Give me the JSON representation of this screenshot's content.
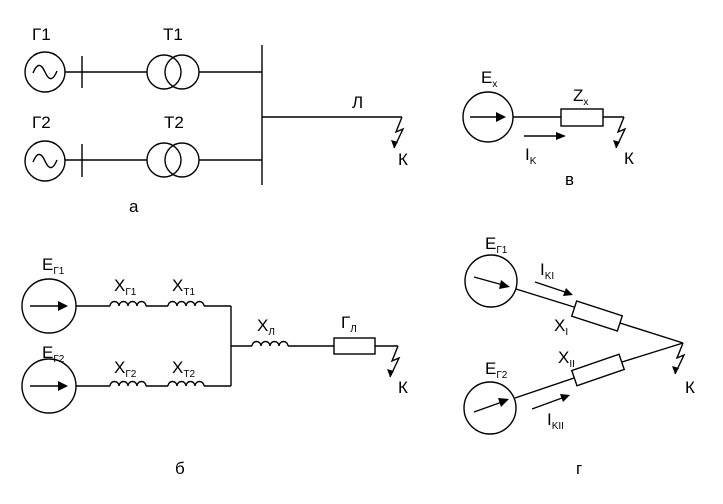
{
  "panel_a": {
    "gen1": "Г1",
    "gen2": "Г2",
    "tr1": "Т1",
    "tr2": "Т2",
    "line": "Л",
    "fault": "К",
    "caption": "а"
  },
  "panel_b": {
    "e1": {
      "main": "E",
      "sub": "Г1"
    },
    "e2": {
      "main": "E",
      "sub": "Г2"
    },
    "xg1": {
      "main": "X",
      "sub": "Г1"
    },
    "xt1": {
      "main": "X",
      "sub": "Т1"
    },
    "xg2": {
      "main": "X",
      "sub": "Г2"
    },
    "xt2": {
      "main": "X",
      "sub": "Т2"
    },
    "xl": {
      "main": "X",
      "sub": "Л"
    },
    "gl": {
      "main": "Г",
      "sub": "Л"
    },
    "fault": "К",
    "caption": "б"
  },
  "panel_v": {
    "ex": {
      "main": "E",
      "sub": "x"
    },
    "zx": {
      "main": "Z",
      "sub": "x"
    },
    "ik": {
      "main": "I",
      "sub": "K"
    },
    "fault": "К",
    "caption": "в"
  },
  "panel_g": {
    "e1": {
      "main": "E",
      "sub": "Г1"
    },
    "e2": {
      "main": "E",
      "sub": "Г2"
    },
    "ik1": {
      "main": "I",
      "sub": "KI"
    },
    "ik2": {
      "main": "I",
      "sub": "KII"
    },
    "x1": {
      "main": "X",
      "sub": "I"
    },
    "x2": {
      "main": "X",
      "sub": "II"
    },
    "fault": "К",
    "caption": "г"
  }
}
